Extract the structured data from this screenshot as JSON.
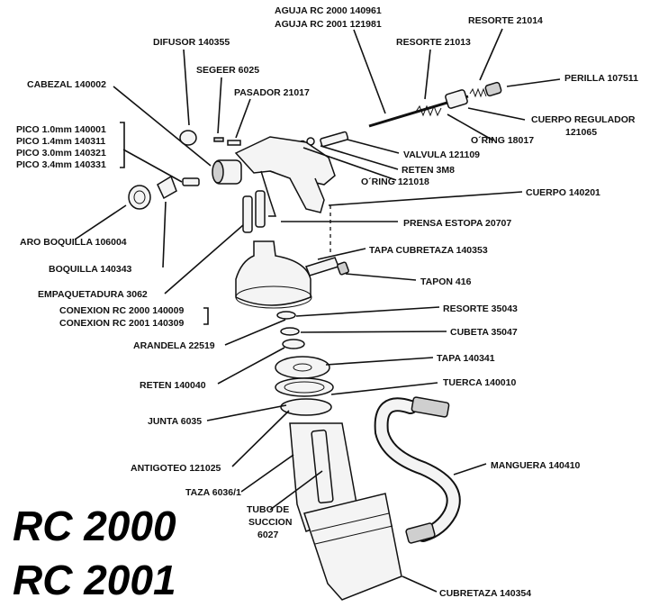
{
  "title_lines": [
    "RC 2000",
    "RC 2001"
  ],
  "labels": {
    "aguja_1": "AGUJA RC 2000 140961",
    "aguja_2": "AGUJA RC 2001 121981",
    "resorte_21014": "RESORTE 21014",
    "resorte_21013": "RESORTE 21013",
    "difusor": "DIFUSOR 140355",
    "segeer": "SEGEER 6025",
    "perilla": "PERILLA 107511",
    "cabezal": "CABEZAL 140002",
    "pasador": "PASADOR 21017",
    "cuerpo_regulador_1": "CUERPO REGULADOR",
    "cuerpo_regulador_2": "121065",
    "pico_1": "PICO 1.0mm 140001",
    "pico_2": "PICO 1.4mm 140311",
    "pico_3": "PICO 3.0mm 140321",
    "pico_4": "PICO 3.4mm 140331",
    "oring_18017": "O´RING 18017",
    "valvula": "VALVULA 121109",
    "reten_3m8": "RETEN 3M8",
    "oring_121018": "O´RING 121018",
    "cuerpo_140201": "CUERPO 140201",
    "prensa_estopa": "PRENSA ESTOPA 20707",
    "aro_boquilla": "ARO BOQUILLA 106004",
    "tapa_cubretaza": "TAPA CUBRETAZA 140353",
    "boquilla": "BOQUILLA 140343",
    "tapon": "TAPON 416",
    "empaquetadura": "EMPAQUETADURA 3062",
    "conexion_1": "CONEXION RC 2000 140009",
    "conexion_2": "CONEXION RC 2001 140309",
    "resorte_35043": "RESORTE 35043",
    "arandela": "ARANDELA 22519",
    "cubeta": "CUBETA 35047",
    "tapa_140341": "TAPA 140341",
    "reten_140040": "RETEN 140040",
    "tuerca": "TUERCA 140010",
    "junta": "JUNTA 6035",
    "manguera": "MANGUERA 140410",
    "antigoteo": "ANTIGOTEO 121025",
    "taza": "TAZA 6036/1",
    "tubo_1": "TUBO DE",
    "tubo_2": "SUCCION",
    "tubo_3": "6027",
    "cubretaza": "CUBRETAZA  140354"
  }
}
